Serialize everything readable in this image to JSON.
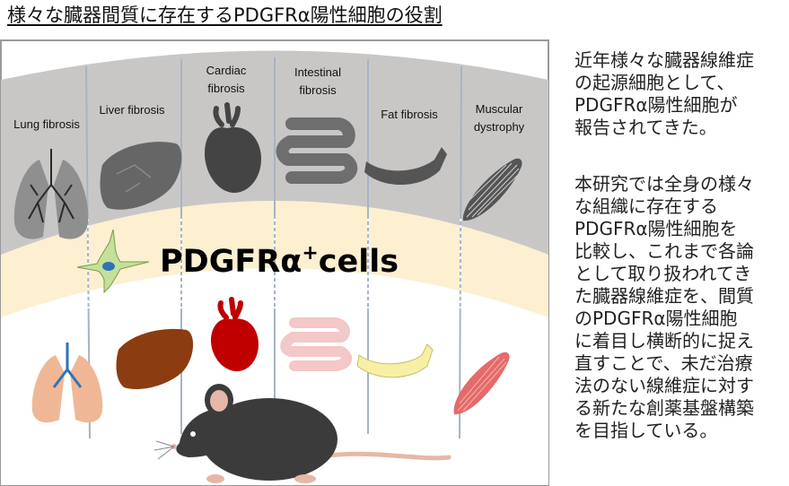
{
  "title": "様々な臓器間質に存在するPDGFRα陽性細胞の役割",
  "organs": [
    {
      "line1": "Lung fibrosis",
      "line2": ""
    },
    {
      "line1": "Liver fibrosis",
      "line2": ""
    },
    {
      "line1": "Cardiac",
      "line2": "fibrosis"
    },
    {
      "line1": "Intestinal",
      "line2": "fibrosis"
    },
    {
      "line1": "Fat fibrosis",
      "line2": ""
    },
    {
      "line1": "Muscular",
      "line2": "dystrophy"
    }
  ],
  "cell_label": {
    "main": "PDGFRα",
    "sup": "+",
    "tail": "cells"
  },
  "side_text": {
    "p1": [
      "近年様々な臓器線維症",
      "の起源細胞として、",
      "PDGFRα陽性細胞が",
      "報告されてきた。"
    ],
    "p2": [
      "本研究では全身の様々",
      "な組織に存在する",
      "PDGFRα陽性細胞を",
      "比較し、これまで各論",
      "として取り扱われてき",
      "た臓器線維症を、間質",
      "のPDGFRα陽性細胞",
      "に着目し横断的に捉え",
      "直すことで、未だ治療",
      "法のない線維症に対す",
      "る新たな創薬基盤構築",
      "を目指している。"
    ]
  },
  "colors": {
    "fibrosis_band": "#c9c7c6",
    "cell_band": "#fcf0d1",
    "healthy_band": "#ffffff",
    "fibrotic_organ": "#555555",
    "lung_healthy": "#f0b796",
    "liver_healthy": "#8b3d11",
    "heart_healthy": "#c00000",
    "intestine_healthy": "#f4c7c8",
    "fat_healthy": "#f7efa6",
    "muscle_healthy": "#e56a6a",
    "cell_body": "#c5e09b",
    "cell_nucleus": "#2e75b6",
    "mouse_body": "#3b3b3b",
    "mouse_pink": "#e6b7a6"
  },
  "icons": [
    "lung-icon",
    "liver-icon",
    "heart-icon",
    "intestine-icon",
    "fat-icon",
    "muscle-icon",
    "cell-icon",
    "mouse-icon"
  ]
}
